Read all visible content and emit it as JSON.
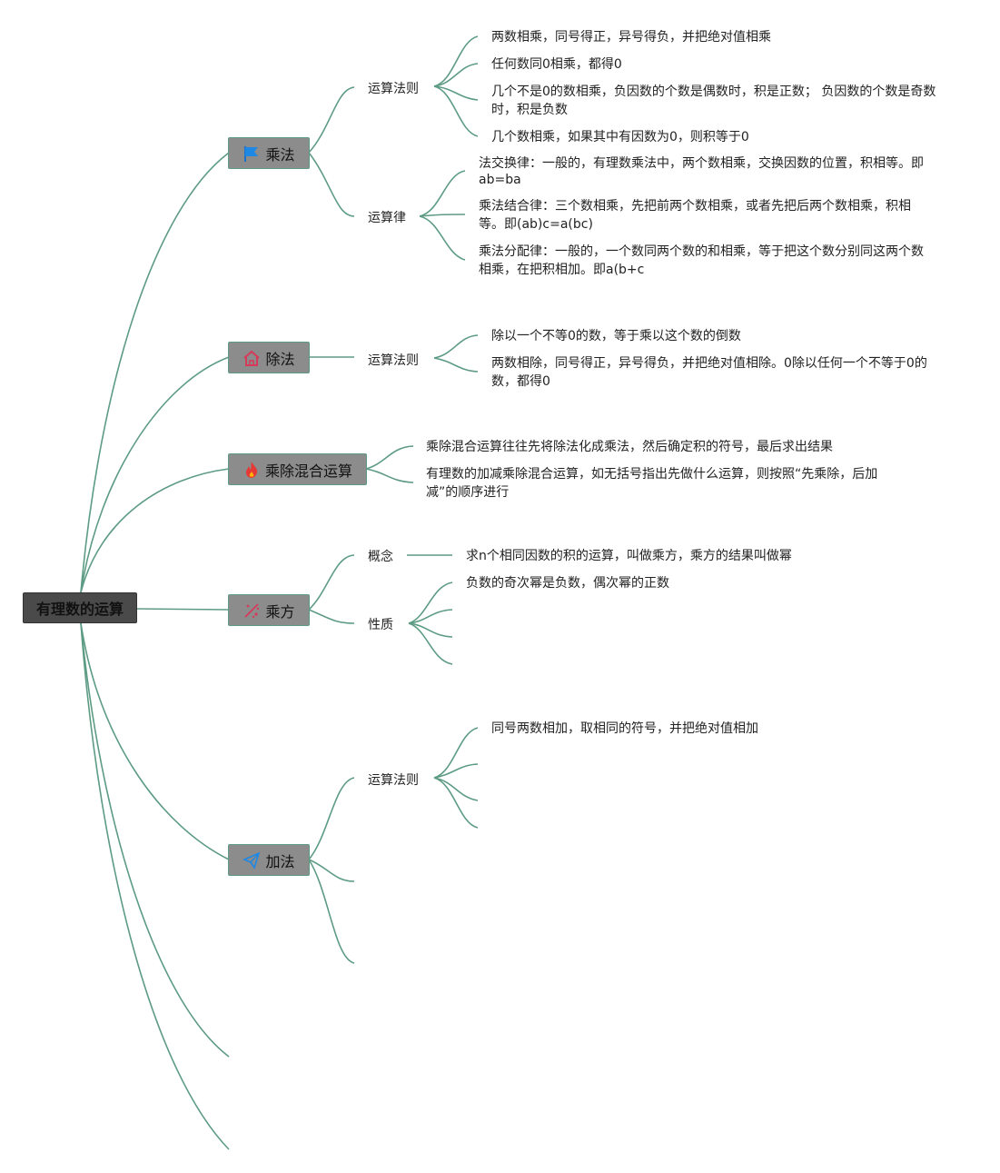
{
  "root": {
    "label": "有理数的运算"
  },
  "branches": {
    "multiply": {
      "label": "乘法",
      "icon": "flag-icon",
      "rules": {
        "label": "运算法则",
        "items": [
          "两数相乘，同号得正，异号得负，并把绝对值相乘",
          "任何数同0相乘，都得0",
          "几个不是0的数相乘，负因数的个数是偶数时，积是正数； 负因数的个数是奇数时，积是负数",
          "几个数相乘，如果其中有因数为0，则积等于0"
        ]
      },
      "laws": {
        "label": "运算律",
        "items": [
          "法交换律：一般的，有理数乘法中，两个数相乘，交换因数的位置，积相等。即ab=ba",
          "乘法结合律：三个数相乘，先把前两个数相乘，或者先把后两个数相乘，积相等。即(ab)c=a(bc)",
          "乘法分配律：一般的，一个数同两个数的和相乘，等于把这个数分别同这两个数相乘，在把积相加。即a(b+c"
        ]
      }
    },
    "divide": {
      "label": "除法",
      "icon": "house-icon",
      "rules": {
        "label": "运算法则",
        "items": [
          "除以一个不等0的数，等于乘以这个数的倒数",
          "两数相除，同号得正，异号得负，并把绝对值相除。0除以任何一个不等于0的数，都得0"
        ]
      }
    },
    "mixed": {
      "label": "乘除混合运算",
      "icon": "fire-icon",
      "items": [
        "乘除混合运算往往先将除法化成乘法，然后确定积的符号，最后求出结果",
        "有理数的加减乘除混合运算，如无括号指出先做什么运算，则按照“先乘除，后加减”的顺序进行"
      ]
    },
    "power": {
      "label": "乘方",
      "icon": "sparkle-icon",
      "concept": {
        "label": "概念",
        "text": "求n个相同因数的积的运算，叫做乘方，乘方的结果叫做幂"
      },
      "property": {
        "label": "性质",
        "items": [
          "负数的奇次幂是负数，偶次幂的正数"
        ]
      }
    },
    "add": {
      "label": "加法",
      "icon": "paper-plane-icon",
      "rules": {
        "label": "运算法则",
        "items": [
          "同号两数相加，取相同的符号，并把绝对值相加"
        ]
      }
    }
  },
  "colors": {
    "edge": "#5d9b84",
    "root_bg": "#4a4a4a",
    "branch_bg": "#8c8c8c"
  }
}
